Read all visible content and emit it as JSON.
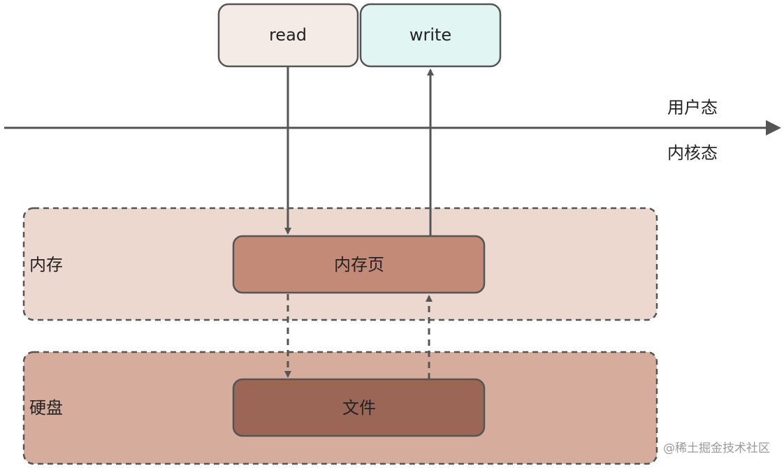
{
  "boxes": {
    "read": "read",
    "write": "write",
    "memory_page": "内存页",
    "file": "文件"
  },
  "labels": {
    "user_space": "用户态",
    "kernel_space": "内核态",
    "memory": "内存",
    "disk": "硬盘"
  },
  "watermark": "@稀土掘金技术社区",
  "colors": {
    "read_box": "#f5ebe6",
    "write_box": "#e1f5f3",
    "memory_region": "#ecd8cf",
    "disk_region": "#d6ad9d",
    "memory_page_box": "#c48a78",
    "file_box": "#9b6656",
    "stroke": "#555555"
  }
}
